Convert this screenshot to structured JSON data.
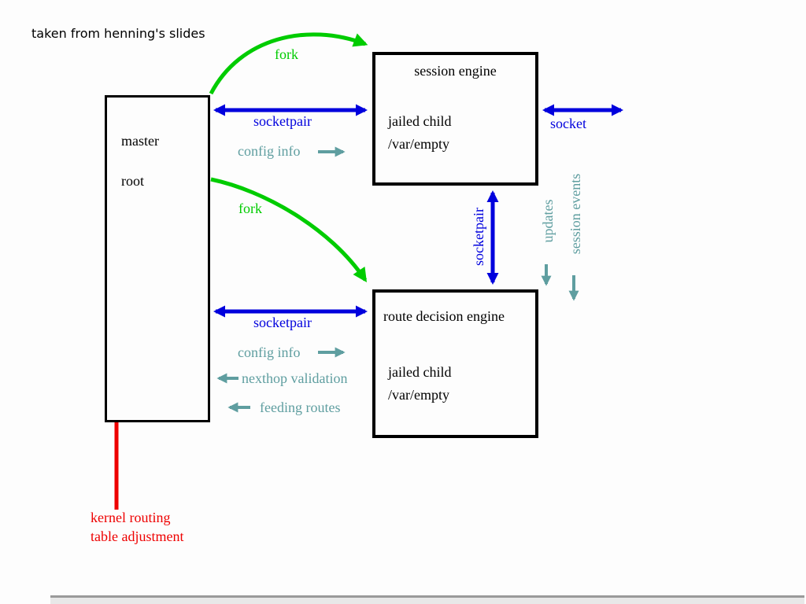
{
  "caption": "taken from henning's slides",
  "colors": {
    "arrow_blue": "#0000dd",
    "arrow_green": "#00cc00",
    "arrow_teal": "#5f9ea0",
    "line_red": "#ee0000",
    "box_border": "#000000"
  },
  "boxes": {
    "master": {
      "line1": "master",
      "line2": "root"
    },
    "session_engine": {
      "title": "session engine",
      "line1": "jailed child",
      "line2": "/var/empty"
    },
    "route_decision_engine": {
      "title": "route decision engine",
      "line1": "jailed child",
      "line2": "/var/empty"
    }
  },
  "labels": {
    "fork_top": "fork",
    "fork_bottom": "fork",
    "socketpair_top": "socketpair",
    "socketpair_bottom": "socketpair",
    "socketpair_vertical": "socketpair",
    "socket": "socket",
    "config_info_top": "config info",
    "config_info_bottom": "config info",
    "nexthop_validation": "nexthop validation",
    "feeding_routes": "feeding routes",
    "updates": "updates",
    "session_events": "session events",
    "kernel_routing_line1": "kernel routing",
    "kernel_routing_line2": "table adjustment"
  }
}
